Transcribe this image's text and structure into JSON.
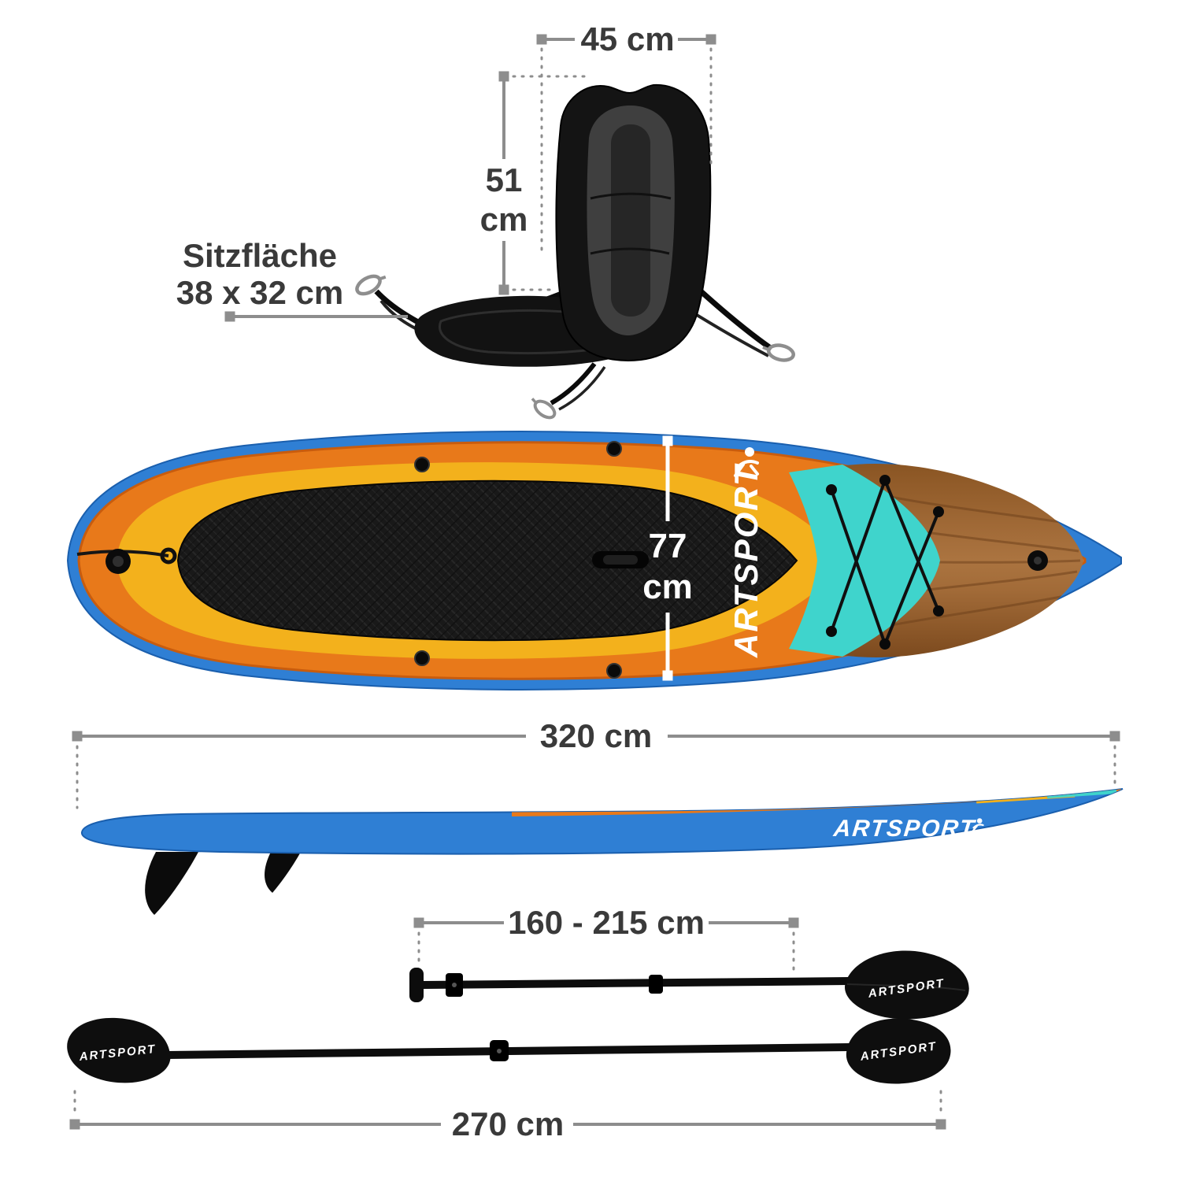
{
  "brand": "ARTSPORT",
  "seat": {
    "width": "45 cm",
    "height_value": "51",
    "height_unit": "cm",
    "surface_label": "Sitzfläche",
    "surface_value": "38 x 32 cm"
  },
  "board": {
    "width_value": "77",
    "width_unit": "cm",
    "length": "320 cm"
  },
  "paddles": {
    "single_length": "160 - 215 cm",
    "double_length": "270 cm"
  },
  "colors": {
    "dim_line": "#8d8d8d",
    "dim_text": "#3a3a3a",
    "board_blue": "#2f7fd4",
    "deck_orange": "#e8791a",
    "accent_yellow": "#f3b11c",
    "accent_teal": "#3fd4cc",
    "wood_brown": "#94622f",
    "pad_black": "#191919"
  }
}
